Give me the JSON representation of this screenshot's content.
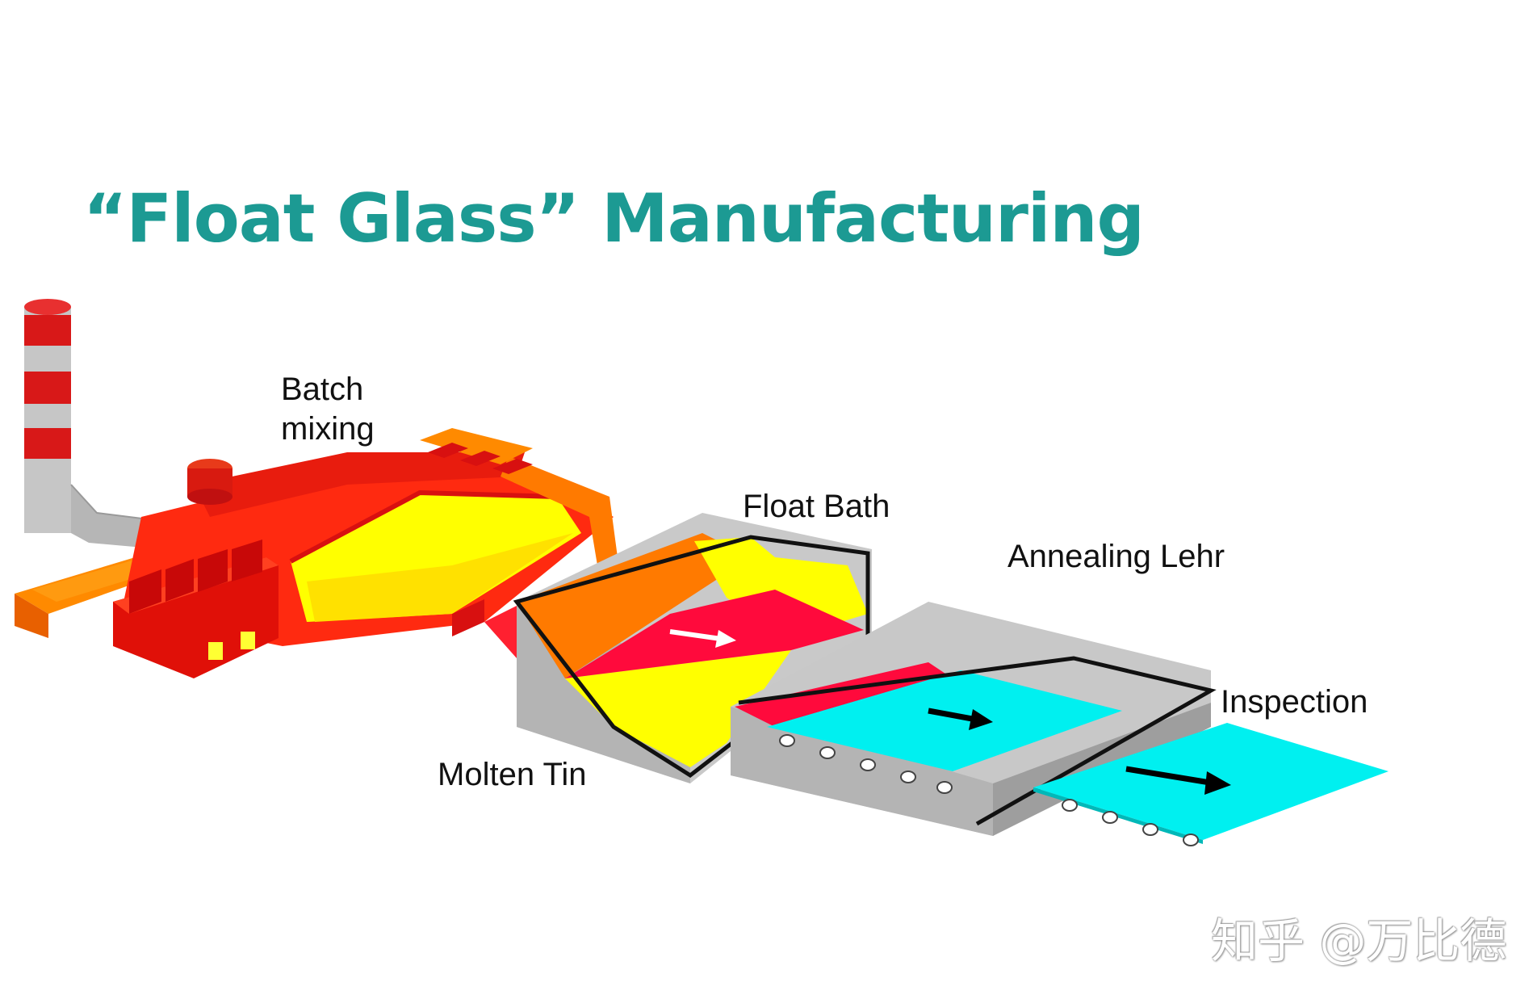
{
  "title": "“Float Glass” Manufacturing",
  "labels": {
    "batch_mixing_line1": "Batch",
    "batch_mixing_line2": "mixing",
    "float_bath": "Float Bath",
    "annealing_lehr": "Annealing Lehr",
    "inspection": "Inspection",
    "molten_tin": "Molten Tin"
  },
  "watermark": "知乎 @万比德",
  "colors": {
    "title": "#1c9a93",
    "furnace_red": "#e81c0e",
    "furnace_orange": "#ff7a00",
    "molten_yellow": "#ffff00",
    "glass_ribbon": "#ff0a3c",
    "cooled_glass": "#00f0f0",
    "housing_gray": "#c8c8c8"
  }
}
